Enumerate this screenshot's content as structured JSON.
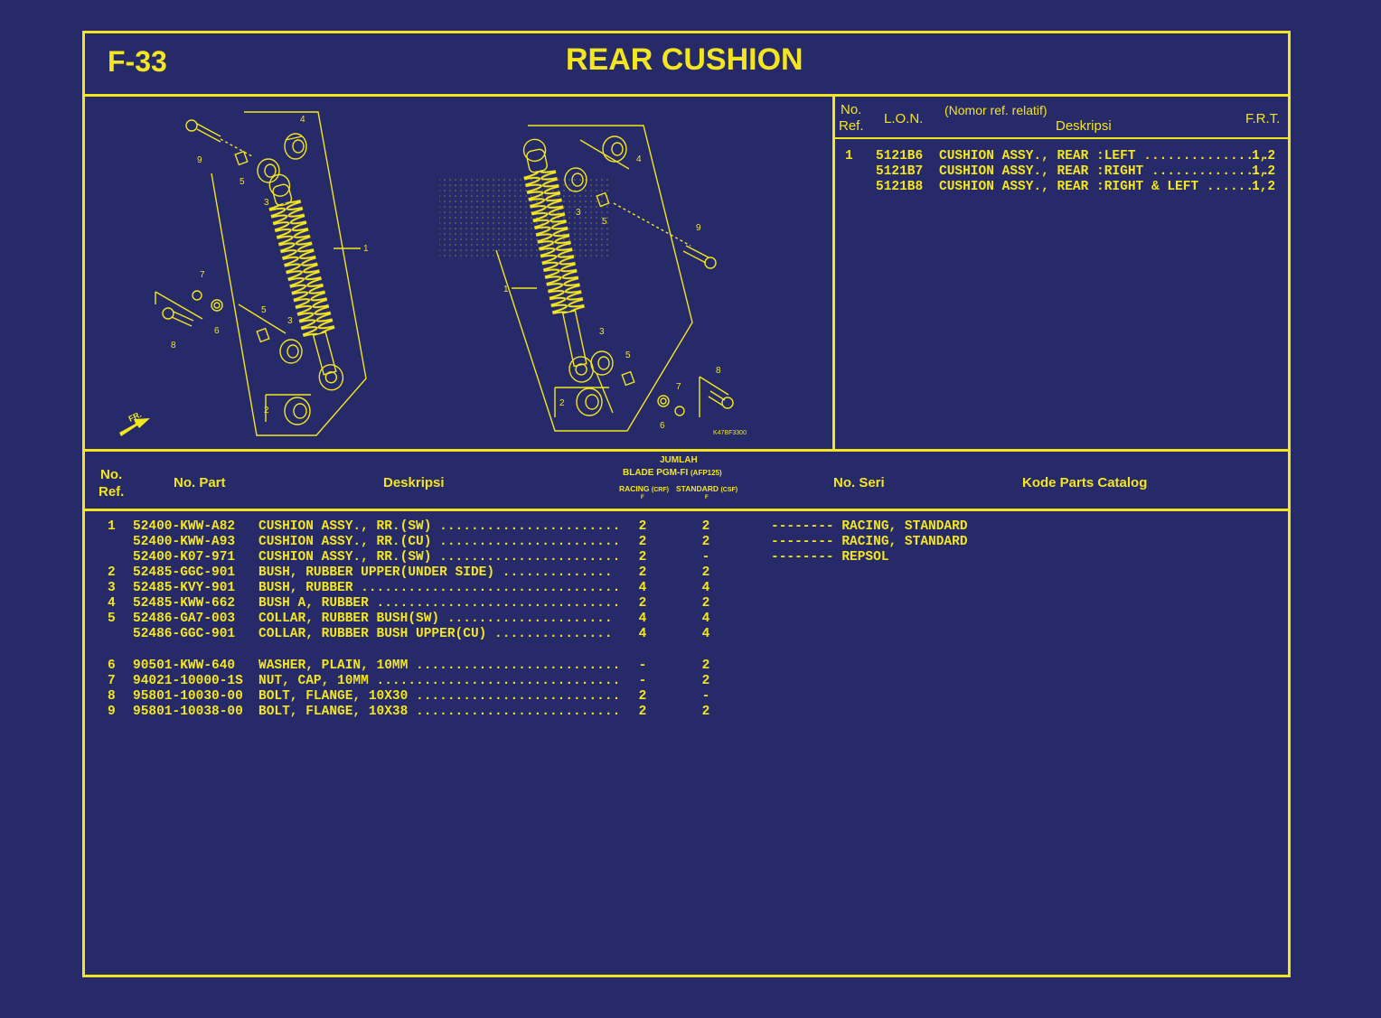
{
  "header": {
    "code": "F-33",
    "title": "REAR CUSHION"
  },
  "diagram": {
    "image_code": "K47BF3300",
    "front_label": "FR.",
    "callouts": [
      "1",
      "2",
      "3",
      "4",
      "5",
      "6",
      "7",
      "8",
      "9"
    ]
  },
  "top_table": {
    "headers": {
      "no_ref": "No.",
      "no_ref2": "Ref.",
      "lon": "L.O.N.",
      "nomor": "(Nomor ref. relatif)",
      "desc": "Deskripsi",
      "frt": "F.R.T."
    },
    "rows": [
      {
        "ref": "1",
        "lon": "5121B6",
        "desc": "CUSHION ASSY., REAR :LEFT ................",
        "frt": "1,2"
      },
      {
        "ref": "",
        "lon": "5121B7",
        "desc": "CUSHION ASSY., REAR :RIGHT ...............",
        "frt": "1,2"
      },
      {
        "ref": "",
        "lon": "5121B8",
        "desc": "CUSHION ASSY., REAR :RIGHT & LEFT .......",
        "frt": "1,2"
      }
    ]
  },
  "parts_table": {
    "headers": {
      "no": "No.",
      "ref": "Ref.",
      "part": "No. Part",
      "desc": "Deskripsi",
      "jumlah": "JUMLAH",
      "model": "BLADE PGM-FI",
      "model_code": "(AFP125)",
      "racing": "RACING",
      "racing_code": "(CRF)",
      "standard": "STANDARD",
      "standard_code": "(CSF)",
      "f1": "F",
      "f2": "F",
      "seri": "No. Seri",
      "catalog": "Kode Parts Catalog"
    },
    "rows": [
      {
        "ref": "1",
        "part": "52400-KWW-A82",
        "desc": "CUSHION ASSY., RR.(SW) .......................",
        "racing": "2",
        "standard": "2",
        "seri": "-------- RACING, STANDARD"
      },
      {
        "ref": "",
        "part": "52400-KWW-A93",
        "desc": "CUSHION ASSY., RR.(CU) .......................",
        "racing": "2",
        "standard": "2",
        "seri": "-------- RACING, STANDARD"
      },
      {
        "ref": "",
        "part": "52400-K07-971",
        "desc": "CUSHION ASSY., RR.(SW) .......................",
        "racing": "2",
        "standard": "-",
        "seri": "-------- REPSOL"
      },
      {
        "ref": "2",
        "part": "52485-GGC-901",
        "desc": "BUSH, RUBBER UPPER(UNDER SIDE) ..............",
        "racing": "2",
        "standard": "2",
        "seri": ""
      },
      {
        "ref": "3",
        "part": "52485-KVY-901",
        "desc": "BUSH, RUBBER .................................",
        "racing": "4",
        "standard": "4",
        "seri": ""
      },
      {
        "ref": "4",
        "part": "52485-KWW-662",
        "desc": "BUSH A, RUBBER ...............................",
        "racing": "2",
        "standard": "2",
        "seri": ""
      },
      {
        "ref": "5",
        "part": "52486-GA7-003",
        "desc": "COLLAR, RUBBER BUSH(SW) .....................",
        "racing": "4",
        "standard": "4",
        "seri": ""
      },
      {
        "ref": "",
        "part": "52486-GGC-901",
        "desc": "COLLAR, RUBBER BUSH UPPER(CU) ...............",
        "racing": "4",
        "standard": "4",
        "seri": ""
      },
      {
        "ref": "6",
        "part": "90501-KWW-640",
        "desc": "WASHER, PLAIN, 10MM ..........................",
        "racing": "-",
        "standard": "2",
        "seri": ""
      },
      {
        "ref": "7",
        "part": "94021-10000-1S",
        "desc": "NUT, CAP, 10MM ...............................",
        "racing": "-",
        "standard": "2",
        "seri": ""
      },
      {
        "ref": "8",
        "part": "95801-10030-00",
        "desc": "BOLT, FLANGE, 10X30 ..........................",
        "racing": "2",
        "standard": "-",
        "seri": ""
      },
      {
        "ref": "9",
        "part": "95801-10038-00",
        "desc": "BOLT, FLANGE, 10X38 ..........................",
        "racing": "2",
        "standard": "2",
        "seri": ""
      }
    ]
  },
  "colors": {
    "background": "#262a68",
    "lines": "#f3e620"
  }
}
